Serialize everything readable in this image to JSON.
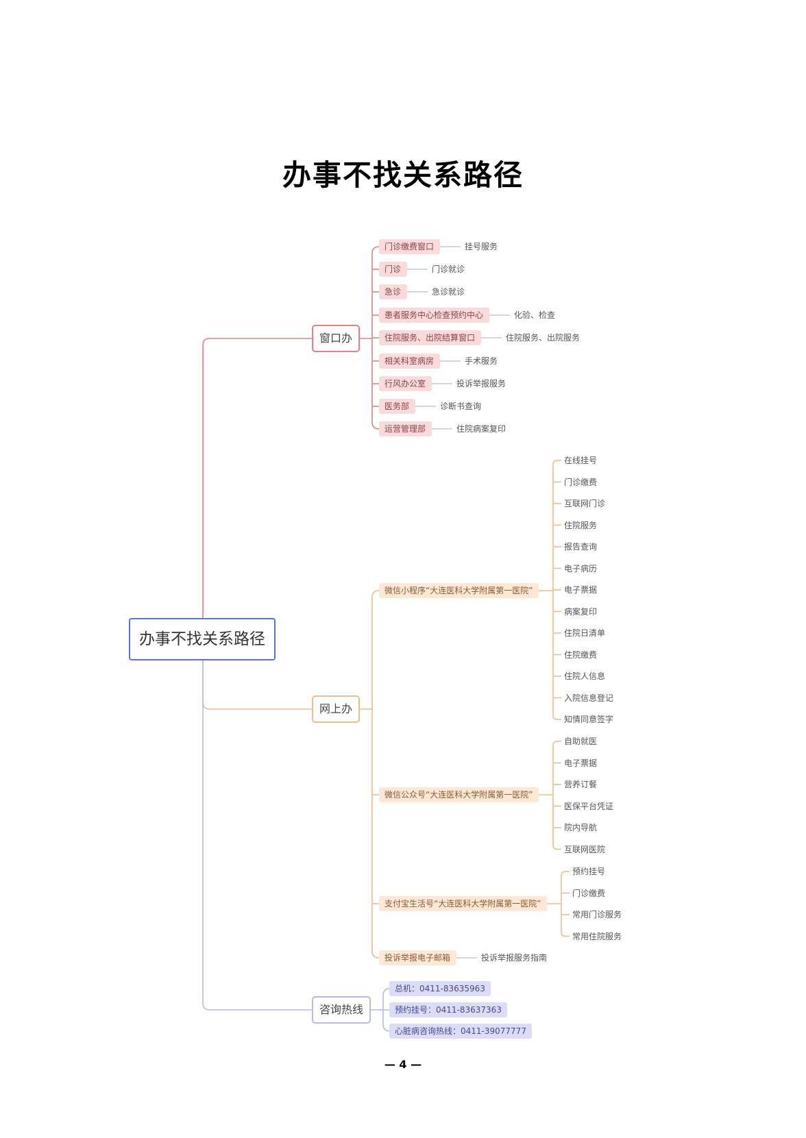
{
  "title": "办事不找关系路径",
  "page_number": "— 4 —",
  "colors": {
    "red": "#e08288",
    "orange": "#ecbd8e",
    "purple": "#b5b9ea",
    "root": "#5a74d6"
  },
  "root": {
    "label": "办事不找关系路径"
  },
  "branches": [
    {
      "label": "窗口办",
      "children": [
        {
          "label": "门诊缴费窗口",
          "leaves": [
            "挂号服务"
          ]
        },
        {
          "label": "门诊",
          "leaves": [
            "门诊就诊"
          ]
        },
        {
          "label": "急诊",
          "leaves": [
            "急诊就诊"
          ]
        },
        {
          "label": "患者服务中心检查预约中心",
          "leaves": [
            "化验、检查"
          ]
        },
        {
          "label": "住院服务、出院结算窗口",
          "leaves": [
            "住院服务、出院服务"
          ]
        },
        {
          "label": "相关科室病房",
          "leaves": [
            "手术服务"
          ]
        },
        {
          "label": "行风办公室",
          "leaves": [
            "投诉举报服务"
          ]
        },
        {
          "label": "医务部",
          "leaves": [
            "诊断书查询"
          ]
        },
        {
          "label": "运营管理部",
          "leaves": [
            "住院病案复印"
          ]
        }
      ]
    },
    {
      "label": "网上办",
      "children": [
        {
          "label": "微信小程序“大连医科大学附属第一医院”",
          "leaves": [
            "在线挂号",
            "门诊缴费",
            "互联网门诊",
            "住院服务",
            "报告查询",
            "电子病历",
            "电子票据",
            "病案复印",
            "住院日清单",
            "住院缴费",
            "住院人信息",
            "入院信息登记",
            "知情同意签字"
          ]
        },
        {
          "label": "微信公众号“大连医科大学附属第一医院”",
          "leaves": [
            "自助就医",
            "电子票据",
            "营养订餐",
            "医保平台凭证",
            "院内导航",
            "互联网医院"
          ]
        },
        {
          "label": "支付宝生活号“大连医科大学附属第一医院”",
          "leaves": [
            "预约挂号",
            "门诊缴费",
            "常用门诊服务",
            "常用住院服务"
          ]
        },
        {
          "label": "投诉举报电子邮箱",
          "leaves": [
            "投诉举报服务指南"
          ]
        }
      ]
    },
    {
      "label": "咨询热线",
      "children": [
        {
          "label": "总机：0411-83635963",
          "leaves": []
        },
        {
          "label": "预约挂号：0411-83637363",
          "leaves": []
        },
        {
          "label": "心脏病咨询热线：0411-39077777",
          "leaves": []
        }
      ]
    }
  ]
}
